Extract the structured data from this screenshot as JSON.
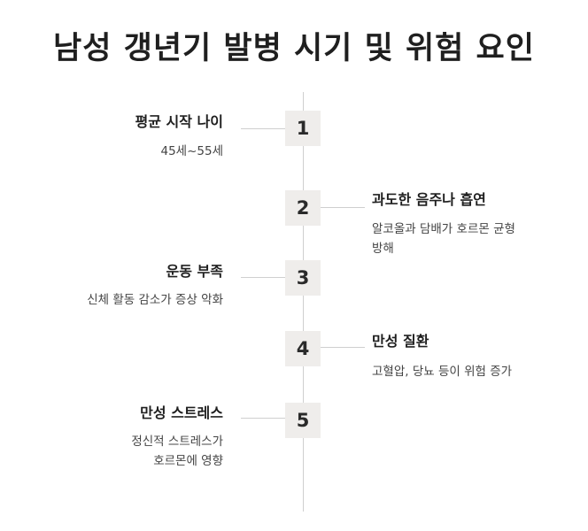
{
  "title": "남성 갱년기 발병 시기 및 위험 요인",
  "items": [
    {
      "number": "1",
      "label": "평균 시작 나이",
      "desc": "45세~55세"
    },
    {
      "number": "2",
      "label": "과도한 음주나 흡연",
      "desc_line1": "알코올과 담배가 호르몬 균형",
      "desc_line2": "방해"
    },
    {
      "number": "3",
      "label": "운동 부족",
      "desc": "신체 활동 감소가 증상 악화"
    },
    {
      "number": "4",
      "label": "만성 질환",
      "desc": "고혈압, 당뇨 등이 위험 증가"
    },
    {
      "number": "5",
      "label": "만성 스트레스",
      "desc_line1": "정신적 스트레스가",
      "desc_line2": "호르몬에 영향"
    }
  ]
}
